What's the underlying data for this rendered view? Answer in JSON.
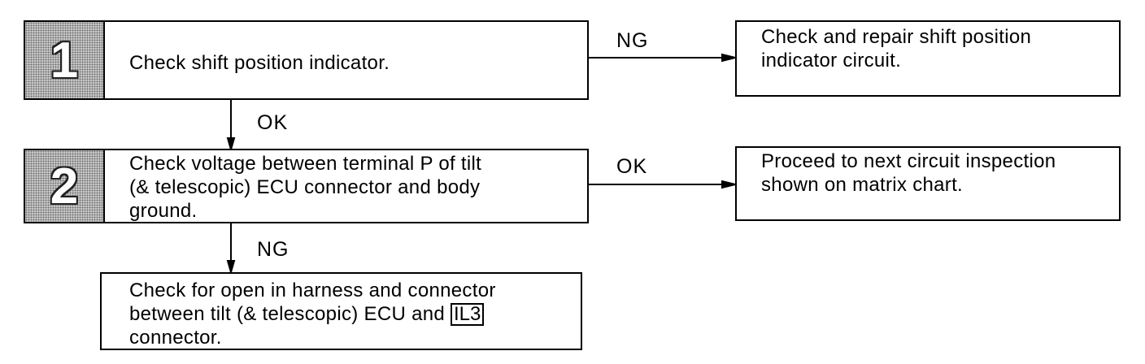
{
  "steps": [
    {
      "number": "1",
      "text": "Check shift position indicator."
    },
    {
      "number": "2",
      "text": "Check voltage between terminal P of tilt\n(& telescopic) ECU connector and body\nground."
    }
  ],
  "results": {
    "step1_ng": "Check and repair shift position\nindicator circuit.",
    "step2_ok": "Proceed to next circuit inspection\nshown on matrix chart.",
    "step2_ng_main": "Check for open in harness and connector\nbetween tilt (& telescopic) ECU and ",
    "step2_ng_code": "IL3",
    "step2_ng_end": "\nconnector."
  },
  "labels": {
    "ng1": "NG",
    "ok1": "OK",
    "ok2": "OK",
    "ng2": "NG"
  }
}
